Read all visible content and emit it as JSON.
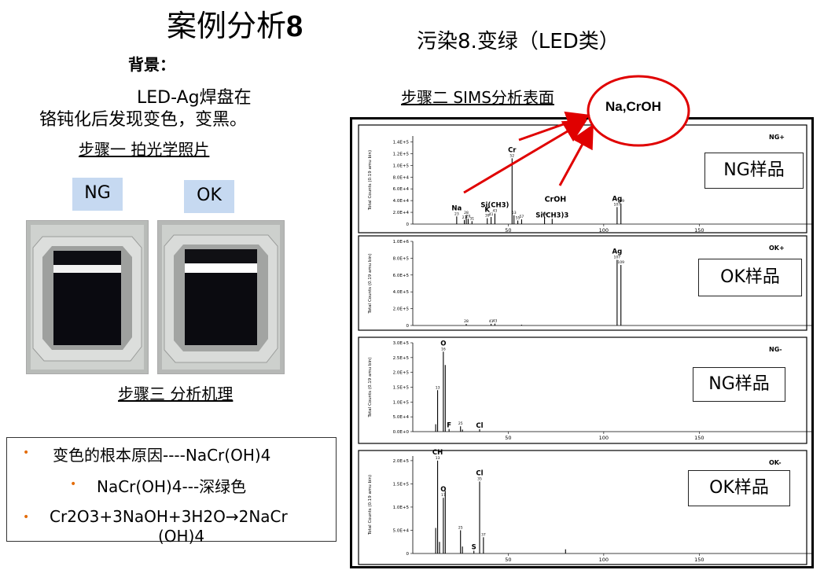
{
  "slide": {
    "title_text": "案例分析",
    "title_num": "8",
    "subtitle": "污染8.变绿（LED类）",
    "background_label": "背景：",
    "background_line1": "LED-Ag焊盘在",
    "background_line2": "铬钝化后发现变色，变黑。",
    "step1": "步骤一 拍光学照片",
    "step2": "步骤二 SIMS分析表面",
    "step3": "步骤三 分析机理",
    "tag_ng": "NG",
    "tag_ok": "OK",
    "callout": "Na,CrOH",
    "bullets": [
      "变色的根本原因----NaCr(OH)4",
      "NaCr(OH)4---深绿色",
      "Cr2O3+3NaOH+3H2O→2NaCr",
      "(OH)4"
    ],
    "colors": {
      "accent": "#e36c09",
      "tag_bg": "#c6d9f1",
      "arrow": "#e00000"
    }
  },
  "chart_data": [
    {
      "type": "bar",
      "ylabel": "Total Counts (0.19 amu bin)",
      "corner_label": "NG+",
      "sample_label": "NG样品",
      "xlim": [
        0,
        210
      ],
      "ylim": [
        0,
        15000
      ],
      "xticks": [
        "50",
        "100",
        "150"
      ],
      "xtick_vals": [
        50,
        100,
        150
      ],
      "yticks": [
        "0",
        "2.0E+4",
        "4.0E+4",
        "6.0E+4",
        "8.0E+4",
        "1.0E+5",
        "1.2E+5",
        "1.4E+5"
      ],
      "ytick_vals": [
        0,
        2000,
        4000,
        6000,
        8000,
        10000,
        12000,
        14000
      ],
      "peaks": [
        {
          "x": 23,
          "y": 1300,
          "label": "Na",
          "sub": "23"
        },
        {
          "x": 27,
          "y": 700,
          "label": "",
          "sub": "27"
        },
        {
          "x": 28,
          "y": 1500,
          "label": "",
          "sub": "28"
        },
        {
          "x": 29,
          "y": 900,
          "label": "",
          "sub": "29"
        },
        {
          "x": 31,
          "y": 500,
          "label": "",
          "sub": "31"
        },
        {
          "x": 39,
          "y": 1000,
          "label": "K",
          "sub": "39"
        },
        {
          "x": 41,
          "y": 1200,
          "label": "",
          "sub": "41"
        },
        {
          "x": 43,
          "y": 1800,
          "label": "Si(CH3)",
          "sub": "43"
        },
        {
          "x": 52,
          "y": 11200,
          "label": "Cr",
          "sub": "52"
        },
        {
          "x": 53,
          "y": 1500,
          "label": "",
          "sub": "53"
        },
        {
          "x": 55,
          "y": 600,
          "label": "",
          "sub": "55"
        },
        {
          "x": 57,
          "y": 800,
          "label": "",
          "sub": "57"
        },
        {
          "x": 69,
          "y": 1200,
          "label": "",
          "sub": "69"
        },
        {
          "x": 73,
          "y": 900,
          "label": "Si(CH3)3",
          "sub": ""
        },
        {
          "x": 107,
          "y": 2900,
          "label": "Ag",
          "sub": "107"
        },
        {
          "x": 109,
          "y": 3500,
          "label": "",
          "sub": "109"
        }
      ],
      "annotations": [
        {
          "text": "CrOH",
          "x": 69,
          "y": 3800
        }
      ]
    },
    {
      "type": "bar",
      "ylabel": "Total Counts (0.19 amu bin)",
      "corner_label": "OK+",
      "sample_label": "OK样品",
      "xlim": [
        0,
        210
      ],
      "ylim": [
        0,
        100000
      ],
      "xticks": [],
      "xtick_vals": [],
      "yticks": [
        "0",
        "2.0E+5",
        "4.0E+5",
        "6.0E+5",
        "8.0E+5",
        "1.0E+6"
      ],
      "ytick_vals": [
        0,
        20000,
        40000,
        60000,
        80000,
        100000
      ],
      "peaks": [
        {
          "x": 28,
          "y": 1800,
          "label": "",
          "sub": "28"
        },
        {
          "x": 41,
          "y": 2000,
          "label": "",
          "sub": "41"
        },
        {
          "x": 43,
          "y": 2200,
          "label": "",
          "sub": "43"
        },
        {
          "x": 57,
          "y": 900,
          "label": "",
          "sub": ""
        },
        {
          "x": 107,
          "y": 78000,
          "label": "Ag",
          "sub": "107"
        },
        {
          "x": 109,
          "y": 72000,
          "label": "",
          "sub": "109"
        }
      ],
      "annotations": []
    },
    {
      "type": "bar",
      "ylabel": "Total Counts (0.19 amu bin)",
      "corner_label": "NG-",
      "sample_label": "NG样品",
      "xlim": [
        0,
        210
      ],
      "ylim": [
        0,
        30000
      ],
      "xticks": [
        "50",
        "100",
        "150"
      ],
      "xtick_vals": [
        50,
        100,
        150
      ],
      "yticks": [
        "0.0E+0",
        "5.0E+4",
        "1.0E+5",
        "1.5E+5",
        "2.0E+5",
        "2.5E+5",
        "3.0E+5"
      ],
      "ytick_vals": [
        0,
        5000,
        10000,
        15000,
        20000,
        25000,
        30000
      ],
      "peaks": [
        {
          "x": 12,
          "y": 2500,
          "label": "",
          "sub": ""
        },
        {
          "x": 13,
          "y": 14000,
          "label": "",
          "sub": "13"
        },
        {
          "x": 16,
          "y": 27000,
          "label": "O",
          "sub": "16"
        },
        {
          "x": 17,
          "y": 22500,
          "label": "",
          "sub": ""
        },
        {
          "x": 19,
          "y": 900,
          "label": "F",
          "sub": ""
        },
        {
          "x": 25,
          "y": 1800,
          "label": "",
          "sub": "25"
        },
        {
          "x": 26,
          "y": 700,
          "label": "",
          "sub": ""
        },
        {
          "x": 35,
          "y": 800,
          "label": "Cl",
          "sub": ""
        }
      ],
      "annotations": []
    },
    {
      "type": "bar",
      "ylabel": "Total Counts (0.19 amu bin)",
      "corner_label": "OK-",
      "sample_label": "OK样品",
      "xlim": [
        0,
        210
      ],
      "ylim": [
        0,
        21000
      ],
      "xticks": [
        "50",
        "100",
        "150"
      ],
      "xtick_vals": [
        50,
        100,
        150
      ],
      "yticks": [
        "0",
        "5.0E+4",
        "1.0E+5",
        "1.5E+5",
        "2.0E+5"
      ],
      "ytick_vals": [
        0,
        5000,
        10000,
        15000,
        20000
      ],
      "peaks": [
        {
          "x": 12,
          "y": 5500,
          "label": "",
          "sub": ""
        },
        {
          "x": 13,
          "y": 20000,
          "label": "CH",
          "sub": "13"
        },
        {
          "x": 14,
          "y": 2500,
          "label": "",
          "sub": ""
        },
        {
          "x": 16,
          "y": 12000,
          "label": "O",
          "sub": "17"
        },
        {
          "x": 17,
          "y": 13500,
          "label": "",
          "sub": ""
        },
        {
          "x": 25,
          "y": 5000,
          "label": "",
          "sub": "25"
        },
        {
          "x": 26,
          "y": 1500,
          "label": "",
          "sub": ""
        },
        {
          "x": 32,
          "y": 600,
          "label": "S",
          "sub": ""
        },
        {
          "x": 35,
          "y": 15500,
          "label": "Cl",
          "sub": "35"
        },
        {
          "x": 37,
          "y": 3500,
          "label": "",
          "sub": "37"
        },
        {
          "x": 80,
          "y": 900,
          "label": "",
          "sub": ""
        }
      ],
      "annotations": []
    }
  ]
}
